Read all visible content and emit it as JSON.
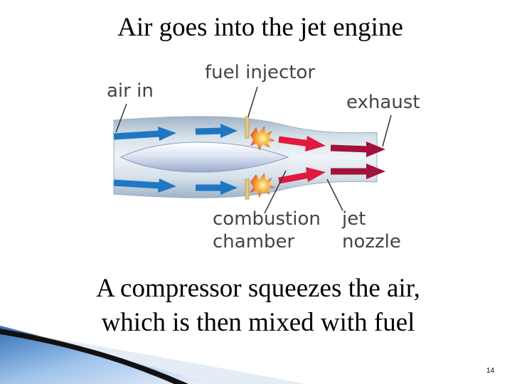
{
  "slide": {
    "title": "Air goes into the jet engine",
    "caption_line1": "A compressor squeezes the air,",
    "caption_line2": "which is then mixed with fuel",
    "page_number": "14"
  },
  "diagram": {
    "labels": {
      "air_in": "air in",
      "fuel_injector": "fuel injector",
      "exhaust": "exhaust",
      "combustion_line1": "combustion",
      "combustion_line2": "chamber",
      "jet_line1": "jet",
      "jet_line2": "nozzle"
    },
    "colors": {
      "intake_arrow": "#1f77c4",
      "exhaust_arrow": "#e3183f",
      "nozzle_arrow": "#a3123a",
      "engine_casing": "#b9cad8",
      "flame": "#f39a1e",
      "injector": "#e8c97a"
    }
  },
  "theme": {
    "accent": "#2f6fb8",
    "swoosh_dark": "#111111"
  }
}
